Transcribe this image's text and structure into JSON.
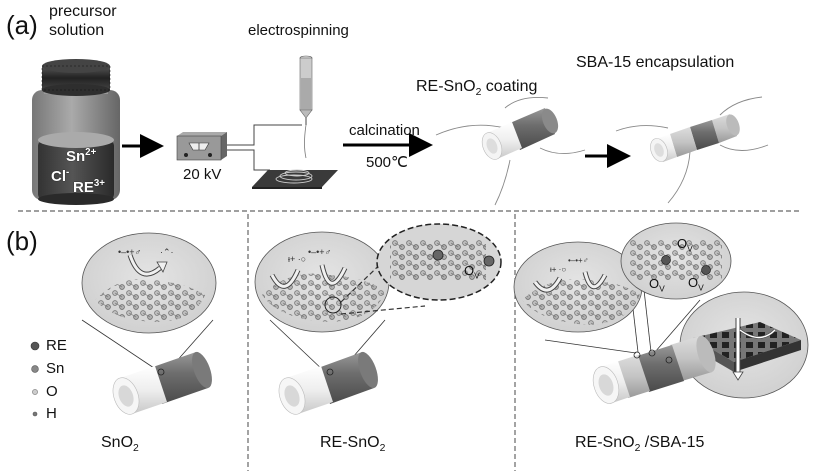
{
  "panel_a": {
    "tag": "(a)",
    "precursor_label_line1": "precursor",
    "precursor_label_line2": "solution",
    "ions": {
      "sn": "Sn",
      "sn_charge": "2+",
      "cl": "Cl",
      "cl_charge": "-",
      "re": "RE",
      "re_charge": "3+"
    },
    "electrospinning_label": "electrospinning",
    "voltage_label": "20 kV",
    "calcination_label": "calcination",
    "temperature_label": "500℃",
    "coating_label_prefix": "RE-SnO",
    "coating_label_sub": "2",
    "coating_label_suffix": " coating",
    "encapsulation_label": "SBA-15 encapsulation"
  },
  "panel_b": {
    "tag": "(b)",
    "legend": [
      {
        "label": "RE",
        "color": "#555555"
      },
      {
        "label": "Sn",
        "color": "#888888"
      },
      {
        "label": "O",
        "color": "#bbbbbb"
      },
      {
        "label": "H",
        "color": "#777777"
      }
    ],
    "vacancy_label": "O",
    "vacancy_sub": "V",
    "captions": [
      {
        "prefix": "SnO",
        "sub": "2",
        "suffix": ""
      },
      {
        "prefix": "RE-SnO",
        "sub": "2",
        "suffix": ""
      },
      {
        "prefix": "RE-SnO",
        "sub": "2",
        "suffix": " /SBA-15"
      }
    ]
  },
  "colors": {
    "dashed_divider": "#666666",
    "bubble_fill": "#d9d9d9",
    "tube_dark": "#6e6e6e",
    "tube_light": "#f2f2f2"
  }
}
